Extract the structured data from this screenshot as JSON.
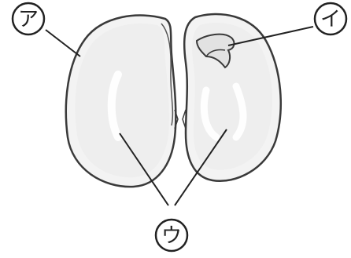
{
  "labels": {
    "a": "ア",
    "i": "イ",
    "u": "ウ"
  },
  "colors": {
    "outline": "#3a3a3a",
    "seed_fill": "#f3f3f3",
    "seed_inner": "#e9e9e9",
    "highlight": "#ffffff",
    "line": "#222222"
  }
}
